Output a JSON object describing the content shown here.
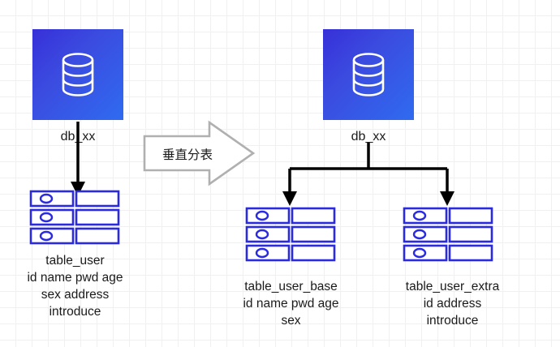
{
  "diagram": {
    "title_text": "垂直分表",
    "source": {
      "db_label": "db_xx",
      "table_name": "table_user",
      "table_fields": "id name pwd age\nsex address\nintroduce"
    },
    "target": {
      "db_label": "db_xx",
      "tables": [
        {
          "name": "table_user_base",
          "fields": "id name pwd age\nsex"
        },
        {
          "name": "table_user_extra",
          "fields": "id  address\nintroduce"
        }
      ]
    },
    "icons": {
      "database": "database-cylinder-icon",
      "table": "table-grid-icon",
      "transform_arrow": "block-arrow-right-icon",
      "flow_arrow": "arrow-down-icon"
    },
    "colors": {
      "db_box_gradient_start": "#3730d8",
      "db_box_gradient_end": "#2f6bf0",
      "table_outline": "#2a2ae0",
      "arrow_stroke": "#000000",
      "big_arrow_outline": "#b0b0b0",
      "grid_line": "#eef0f2"
    }
  }
}
